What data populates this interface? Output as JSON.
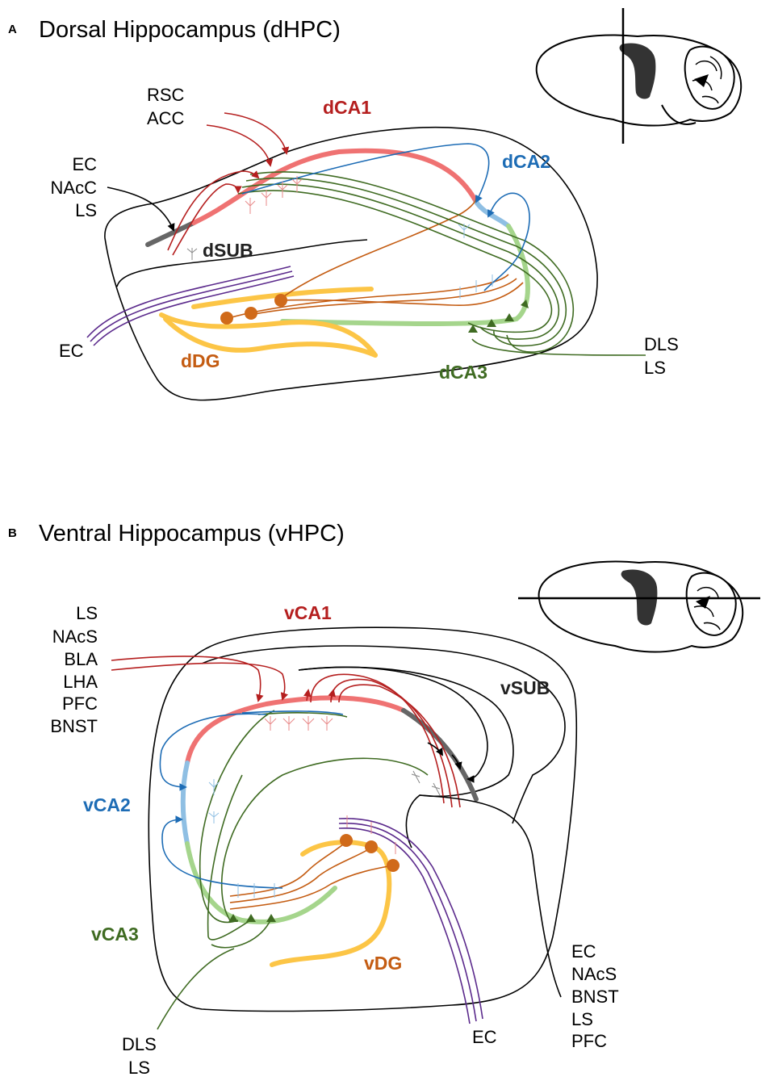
{
  "colors": {
    "ca1": "#b51f1f",
    "ca1_light": "#ef7272",
    "ca2": "#1d6cb5",
    "ca2_light": "#8fbfe3",
    "ca3": "#3f6b22",
    "ca3_light": "#a5d58c",
    "dg": "#c45c12",
    "dg_light": "#fcc546",
    "dg_cell": "#d06a1a",
    "ec": "#5b2a8c",
    "sub": "#666666",
    "outline": "#000000"
  },
  "panel_a": {
    "letter": "A",
    "title": "Dorsal Hippocampus (dHPC)",
    "labels": {
      "ca1": "dCA1",
      "ca2": "dCA2",
      "ca3": "dCA3",
      "dg": "dDG",
      "sub": "dSUB",
      "ec": "EC"
    },
    "inputs_top": [
      "RSC",
      "ACC"
    ],
    "inputs_left": [
      "EC",
      "NAcC",
      "LS"
    ],
    "outputs_right": [
      "DLS",
      "LS"
    ]
  },
  "panel_b": {
    "letter": "B",
    "title": "Ventral Hippocampus (vHPC)",
    "labels": {
      "ca1": "vCA1",
      "ca2": "vCA2",
      "ca3": "vCA3",
      "dg": "vDG",
      "sub": "vSUB",
      "ec": "EC"
    },
    "inputs_left": [
      "LS",
      "NAcS",
      "BLA",
      "LHA",
      "PFC",
      "BNST"
    ],
    "outputs_right": [
      "EC",
      "NAcS",
      "BNST",
      "LS",
      "PFC"
    ],
    "outputs_bottom": [
      "DLS",
      "LS"
    ]
  }
}
